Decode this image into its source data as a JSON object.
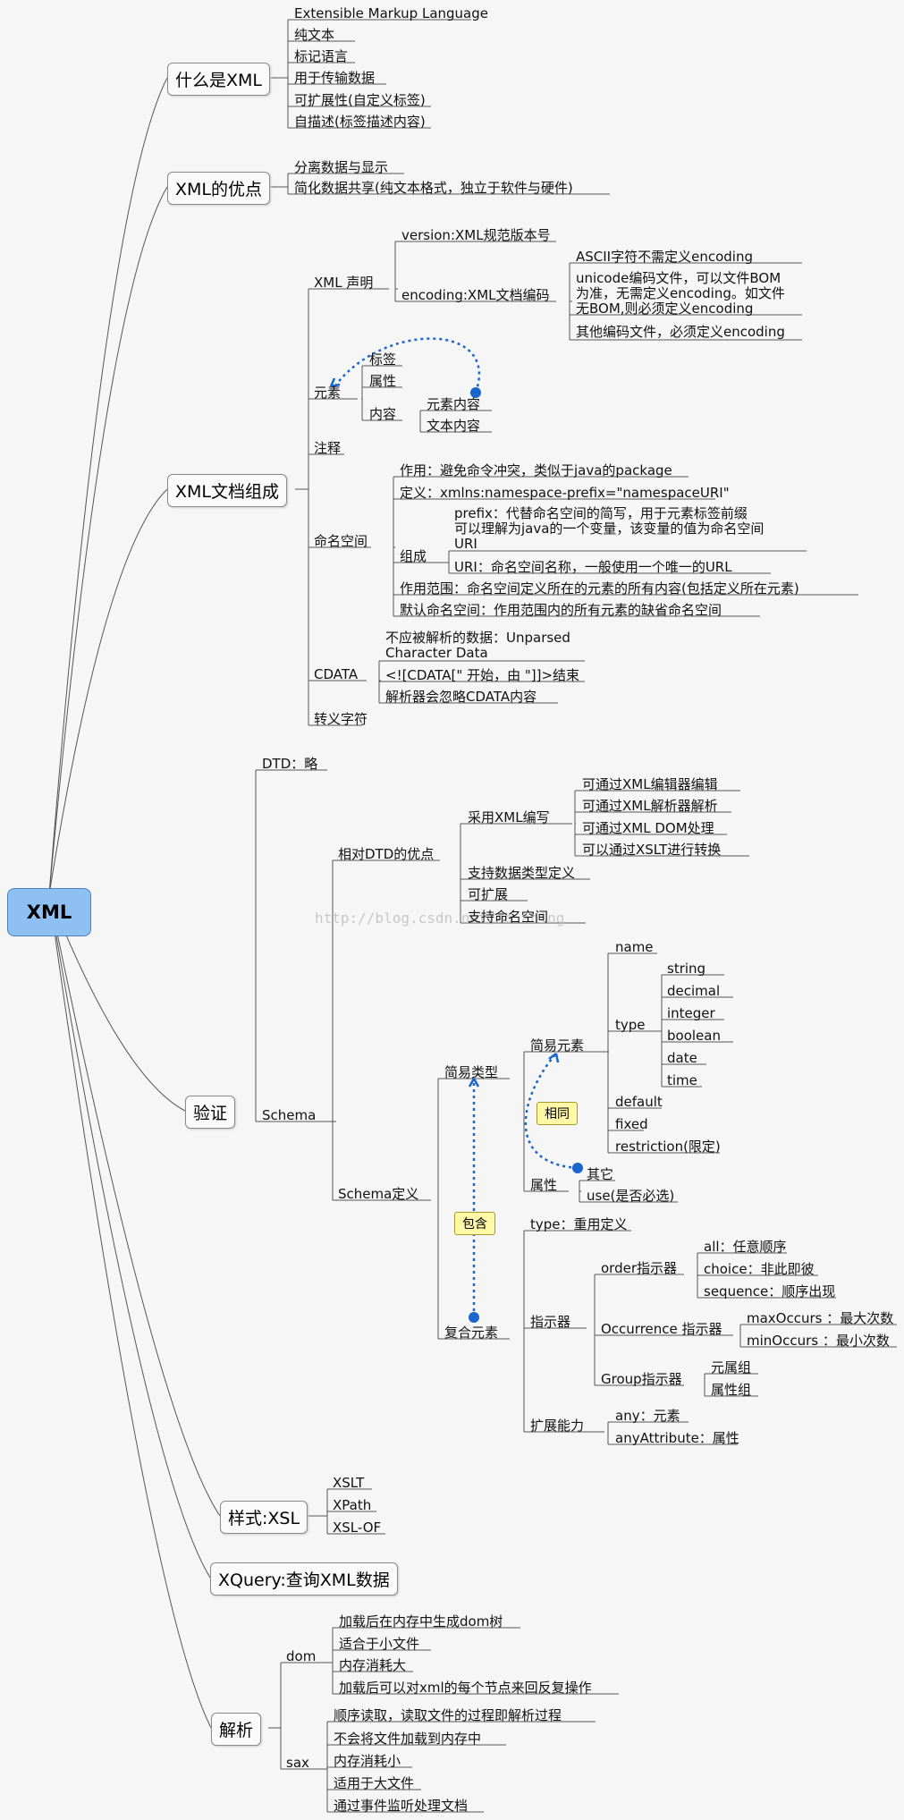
{
  "root": "XML",
  "watermark": "http://blog.csdn.net/ab                abing",
  "what": {
    "label": "什么是XML",
    "items": [
      "Extensible Markup Language",
      "纯文本",
      "标记语言",
      "用于传输数据",
      "可扩展性(自定义标签)",
      "自描述(标签描述内容)"
    ]
  },
  "adv": {
    "label": "XML的优点",
    "items": [
      "分离数据与显示",
      "简化数据共享(纯文本格式，独立于软件与硬件)"
    ]
  },
  "doc": {
    "label": "XML文档组成",
    "decl": {
      "label": "XML 声明",
      "version": "version:XML规范版本号",
      "encoding": "encoding:XML文档编码",
      "enc_items": [
        "ASCII字符不需定义encoding",
        "unicode编码文件，可以文件BOM\n为准，无需定义encoding。如文件\n无BOM,则必须定义encoding",
        "其他编码文件，必须定义encoding"
      ]
    },
    "elem": {
      "label": "元素",
      "tag": "标签",
      "attr": "属性",
      "content": "内容",
      "elem_content": "元素内容",
      "text_content": "文本内容"
    },
    "comment": "注释",
    "ns": {
      "label": "命名空间",
      "usage": "作用：避免命令冲突，类似于java的package",
      "def": "定义：xmlns:namespace-prefix=\"namespaceURI\"",
      "compose": "组成",
      "prefix": "prefix：代替命名空间的简写，用于元素标签前缀\n可以理解为java的一个变量，该变量的值为命名空间\nURI",
      "uri": "URI：命名空间名称，一般使用一个唯一的URL",
      "scope": "作用范围：命名空间定义所在的元素的所有内容(包括定义所在元素)",
      "default": "默认命名空间：作用范围内的所有元素的缺省命名空间"
    },
    "cdata": {
      "label": "CDATA",
      "items": [
        "不应被解析的数据：Unparsed\nCharacter Data",
        "<![CDATA[\" 开始，由 \"]]>结束",
        "解析器会忽略CDATA内容"
      ]
    },
    "escape": "转义字符"
  },
  "valid": {
    "label": "验证",
    "dtd": "DTD：略",
    "schema": "Schema",
    "adv": {
      "label": "相对DTD的优点",
      "written": "采用XML编写",
      "written_items": [
        "可通过XML编辑器编辑",
        "可通过XML解析器解析",
        "可通过XML DOM处理",
        "可以通过XSLT进行转换"
      ],
      "others": [
        "支持数据类型定义",
        "可扩展",
        "支持命名空间"
      ]
    },
    "def": {
      "label": "Schema定义",
      "simple_type": "简易类型",
      "simple_elem": "简易元素",
      "name": "name",
      "type": "type",
      "types": [
        "string",
        "decimal",
        "integer",
        "boolean",
        "date",
        "time"
      ],
      "default": "default",
      "fixed": "fixed",
      "restriction": "restriction(限定)",
      "attr": "属性",
      "other": "其它",
      "use": "use(是否必选)",
      "same": "相同",
      "contain": "包含",
      "complex": "复合元素",
      "type_reuse": "type：重用定义",
      "indicator": "指示器",
      "order": "order指示器",
      "order_items": [
        "all：任意顺序",
        "choice：非此即彼",
        "sequence：顺序出现"
      ],
      "occur": "Occurrence 指示器",
      "occur_items": [
        "maxOccurs ：最大次数",
        "minOccurs ：最小次数"
      ],
      "group": "Group指示器",
      "group_items": [
        "元属组",
        "属性组"
      ],
      "ext": "扩展能力",
      "ext_items": [
        "any：元素",
        "anyAttribute：属性"
      ]
    }
  },
  "xsl": {
    "label": "样式:XSL",
    "items": [
      "XSLT",
      "XPath",
      "XSL-OF"
    ]
  },
  "xquery": "XQuery:查询XML数据",
  "parse": {
    "label": "解析",
    "dom": {
      "label": "dom",
      "items": [
        "加载后在内存中生成dom树",
        "适合于小文件",
        "内存消耗大",
        "加载后可以对xml的每个节点来回反复操作"
      ]
    },
    "sax": {
      "label": "sax",
      "items": [
        "顺序读取，读取文件的过程即解析过程",
        "不会将文件加载到内存中",
        "内存消耗小",
        "适用于大文件",
        "通过事件监听处理文档"
      ]
    }
  }
}
